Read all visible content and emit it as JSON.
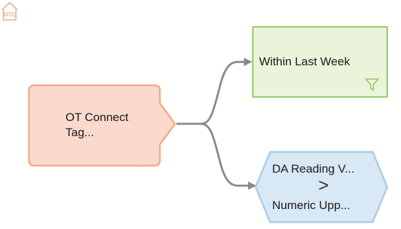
{
  "canvas": {
    "background": "#ffffff"
  },
  "nodes": {
    "source": {
      "line1": "OT Connect",
      "line2": "Tag...",
      "icon": "otc-house-icon",
      "fill": "#fbd9cd",
      "stroke": "#f2a98a"
    },
    "filter": {
      "label": "Within Last Week",
      "icon": "funnel-icon",
      "fill": "#eaf4da",
      "stroke": "#95c764"
    },
    "condition": {
      "line1": "DA Reading V...",
      "operator": ">",
      "line2": "Numeric Upp...",
      "fill": "#d8e8f5",
      "stroke": "#a9cbe6"
    }
  },
  "connectors": {
    "color": "#8a8a8a",
    "count": 2
  },
  "icons": {
    "otc_text": "OTC"
  }
}
